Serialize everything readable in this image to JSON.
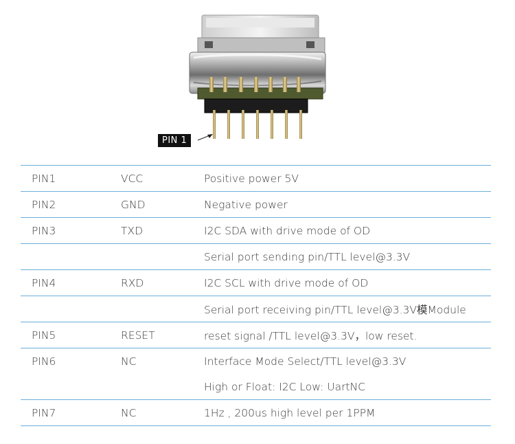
{
  "pin_label": "PIN 1",
  "pins": [
    {
      "pin": "PIN1",
      "name": "VCC",
      "desc": "Positive power 5V",
      "line": true
    },
    {
      "pin": "PIN2",
      "name": "GND",
      "desc": "Negative power",
      "line": true
    },
    {
      "pin": "PIN3",
      "name": "TXD",
      "desc": "I2C SDA with drive mode of OD",
      "line": true
    },
    {
      "pin": "",
      "name": "",
      "desc": "Serial port sending pin/TTL level@3.3V",
      "line": true
    },
    {
      "pin": "PIN4",
      "name": "RXD",
      "desc": "I2C SCL with drive mode of OD",
      "line": true
    },
    {
      "pin": "",
      "name": "",
      "desc": "Serial port receiving pin/TTL level@3.3V模Module",
      "line": true
    },
    {
      "pin": "PIN5",
      "name": "RESET",
      "desc": "reset signal /TTL level@3.3V，low reset.",
      "line": true
    },
    {
      "pin": "PIN6",
      "name": "NC",
      "desc": "Interface Mode Select/TTL level@3.3V",
      "line": true
    },
    {
      "pin": "",
      "name": "",
      "desc": "High or Float: I2C Low: UartNC",
      "line": false
    },
    {
      "pin": "PIN7",
      "name": "NC",
      "desc": "1Hz , 200us high level per 1PPM",
      "line": true
    }
  ],
  "colors": {
    "table_rule": "#6baed8",
    "text": "#3c3c3c",
    "label_bg": "#111111"
  }
}
